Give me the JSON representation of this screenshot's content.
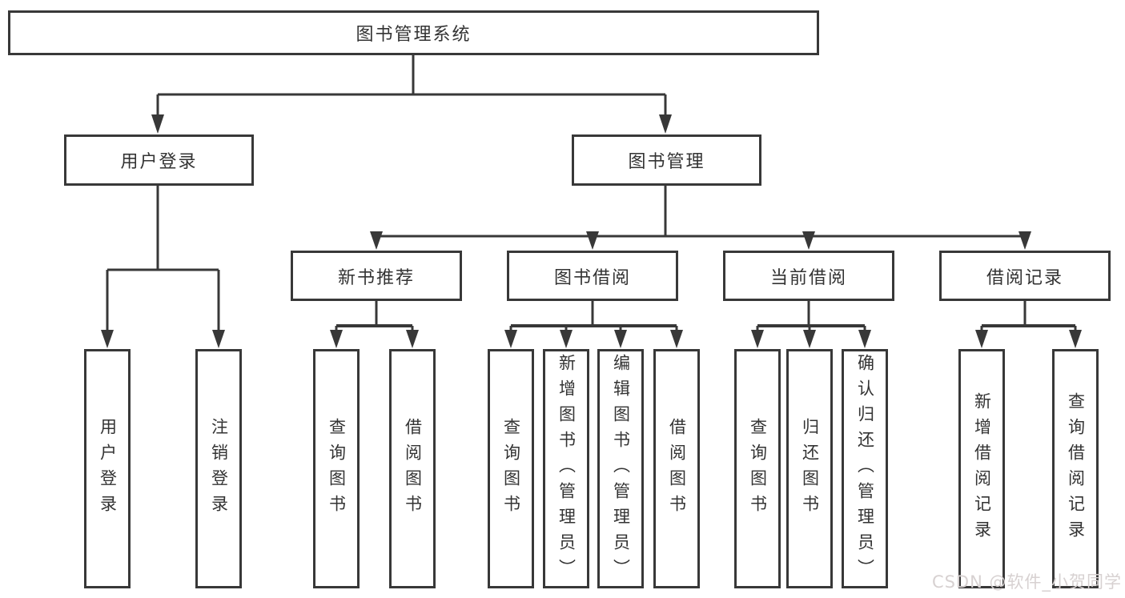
{
  "diagram": {
    "root": "图书管理系统",
    "branches": [
      {
        "label": "用户登录",
        "children": [
          "用户登录",
          "注销登录"
        ]
      },
      {
        "label": "图书管理",
        "groups": [
          {
            "label": "新书推荐",
            "children": [
              "查询图书",
              "借阅图书"
            ]
          },
          {
            "label": "图书借阅",
            "children": [
              "查询图书",
              "新增图书（管理员）",
              "编辑图书（管理员）",
              "借阅图书"
            ]
          },
          {
            "label": "当前借阅",
            "children": [
              "查询图书",
              "归还图书",
              "确认归还（管理员）"
            ]
          },
          {
            "label": "借阅记录",
            "children": [
              "新增借阅记录",
              "查询借阅记录"
            ]
          }
        ]
      }
    ]
  },
  "watermark": "CSDN @软件_小贺同学",
  "colors": {
    "line": "#383838",
    "text": "#333333",
    "background": "#ffffff",
    "watermark": "#d7d1d1"
  }
}
